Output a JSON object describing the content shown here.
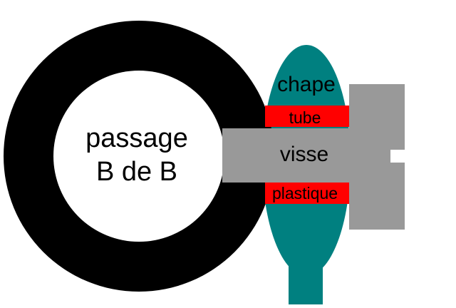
{
  "labels": {
    "passage_line1": "passage",
    "passage_line2": "B de B",
    "chape": "chape",
    "tube": "tube",
    "visse": "visse",
    "plastique": "plastique"
  },
  "colors": {
    "ring": "#000000",
    "ring_hole": "#ffffff",
    "chape": "#008080",
    "tube": "#ff0000",
    "plastique": "#ff0000",
    "visse": "#999999",
    "text": "#000000"
  }
}
